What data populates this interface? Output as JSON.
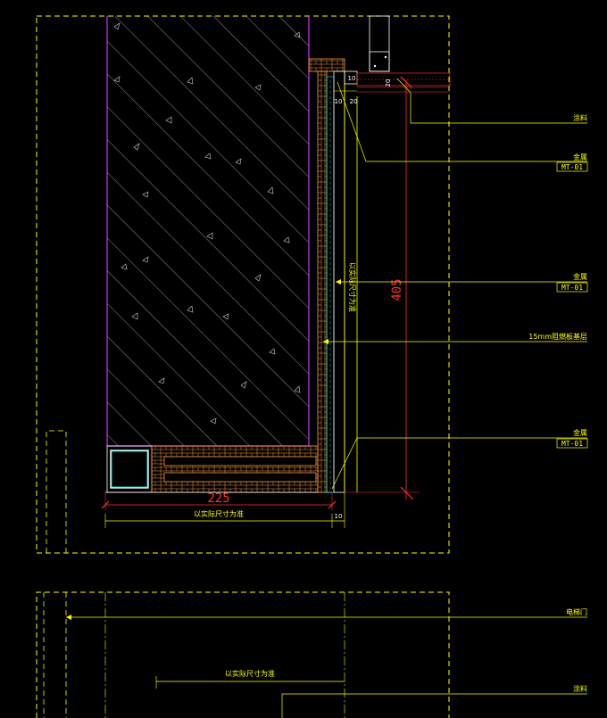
{
  "colors": {
    "background": "#000000",
    "frame": "#ffff00",
    "wall_outline": "#cc33ff",
    "dimension": "#ff3030",
    "leader": "#ffff00",
    "hatch": "#ffffff",
    "timber": "#ff9933"
  },
  "callouts": {
    "c1": {
      "text": "涂料"
    },
    "c2": {
      "text": "金属",
      "tag": "MT-01"
    },
    "c3": {
      "text": "金属",
      "tag": "MT-01"
    },
    "c4": {
      "text": "15mm阻燃板基层"
    },
    "c5": {
      "text": "金属",
      "tag": "MT-01"
    },
    "c6": {
      "text": "电梯门"
    },
    "c7": {
      "text": "涂料"
    }
  },
  "dimensions": {
    "width_main": "225",
    "height_main": "405",
    "gap_right": "10",
    "top_10": "10",
    "top_20": "20",
    "top_20b": "20",
    "corner_10": "10",
    "width_note": "以实际尺寸为准",
    "lower_note": "以实际尺寸为准",
    "vertical_note": "以实际尺寸为准"
  }
}
